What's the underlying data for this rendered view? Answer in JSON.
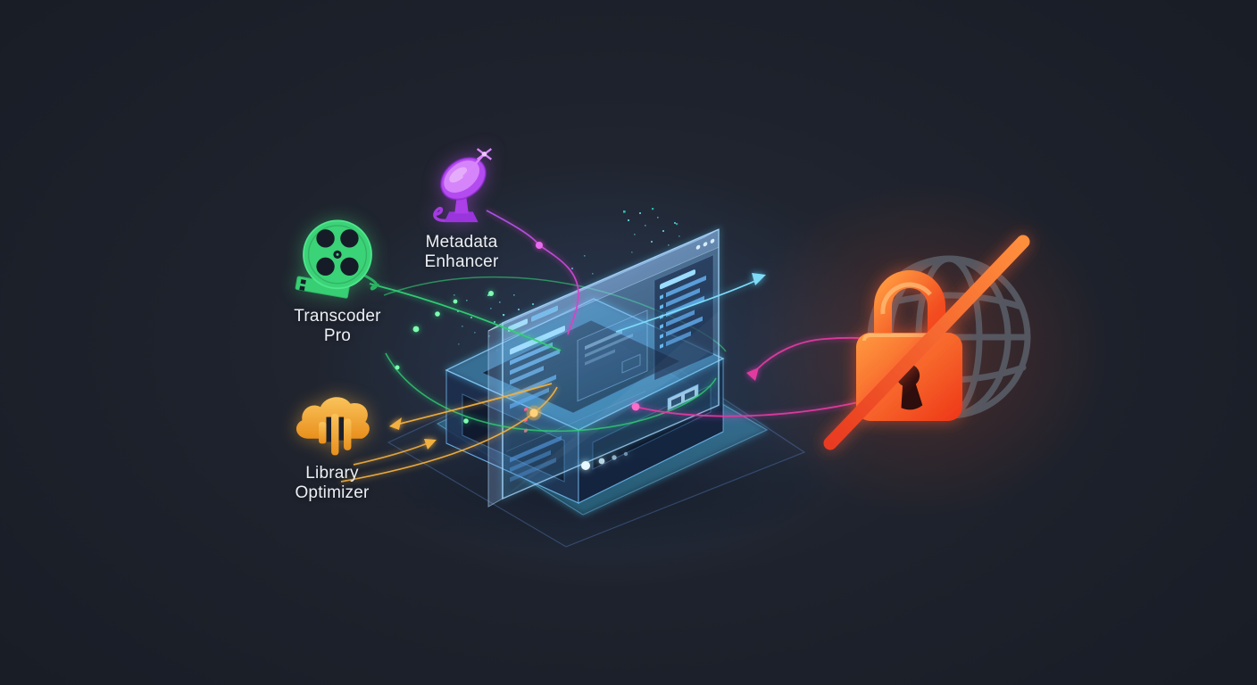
{
  "scene": {
    "background": "#1e222c",
    "server_accent": "#79d8ff",
    "platform_accent": "#57b6e8"
  },
  "plugins": [
    {
      "label": "Metadata Enhancer",
      "icon": "satellite-dish-icon",
      "icon_color": "#b44bf0",
      "connection_color": "#d63bc4"
    },
    {
      "label": "Transcoder Pro",
      "icon": "film-reel-icon",
      "icon_color": "#3ed97c",
      "connection_color": "#33d274"
    },
    {
      "label": "Library Optimizer",
      "icon": "cloud-bars-icon",
      "icon_color": "#f2a63c",
      "connection_color": "#f2b13f"
    }
  ],
  "server": {
    "icon": "media-server-hologram"
  },
  "outbound": {
    "connection_color": "#7fdcf8",
    "loop_color": "#e23a9e"
  },
  "offline": {
    "icon": "blocked-internet",
    "globe_color": "#5d636d",
    "lock_color_top": "#ff9a40",
    "lock_color_bottom": "#ee3517",
    "slash_color_top": "#ff8f3d",
    "slash_color_bottom": "#e93a20"
  }
}
